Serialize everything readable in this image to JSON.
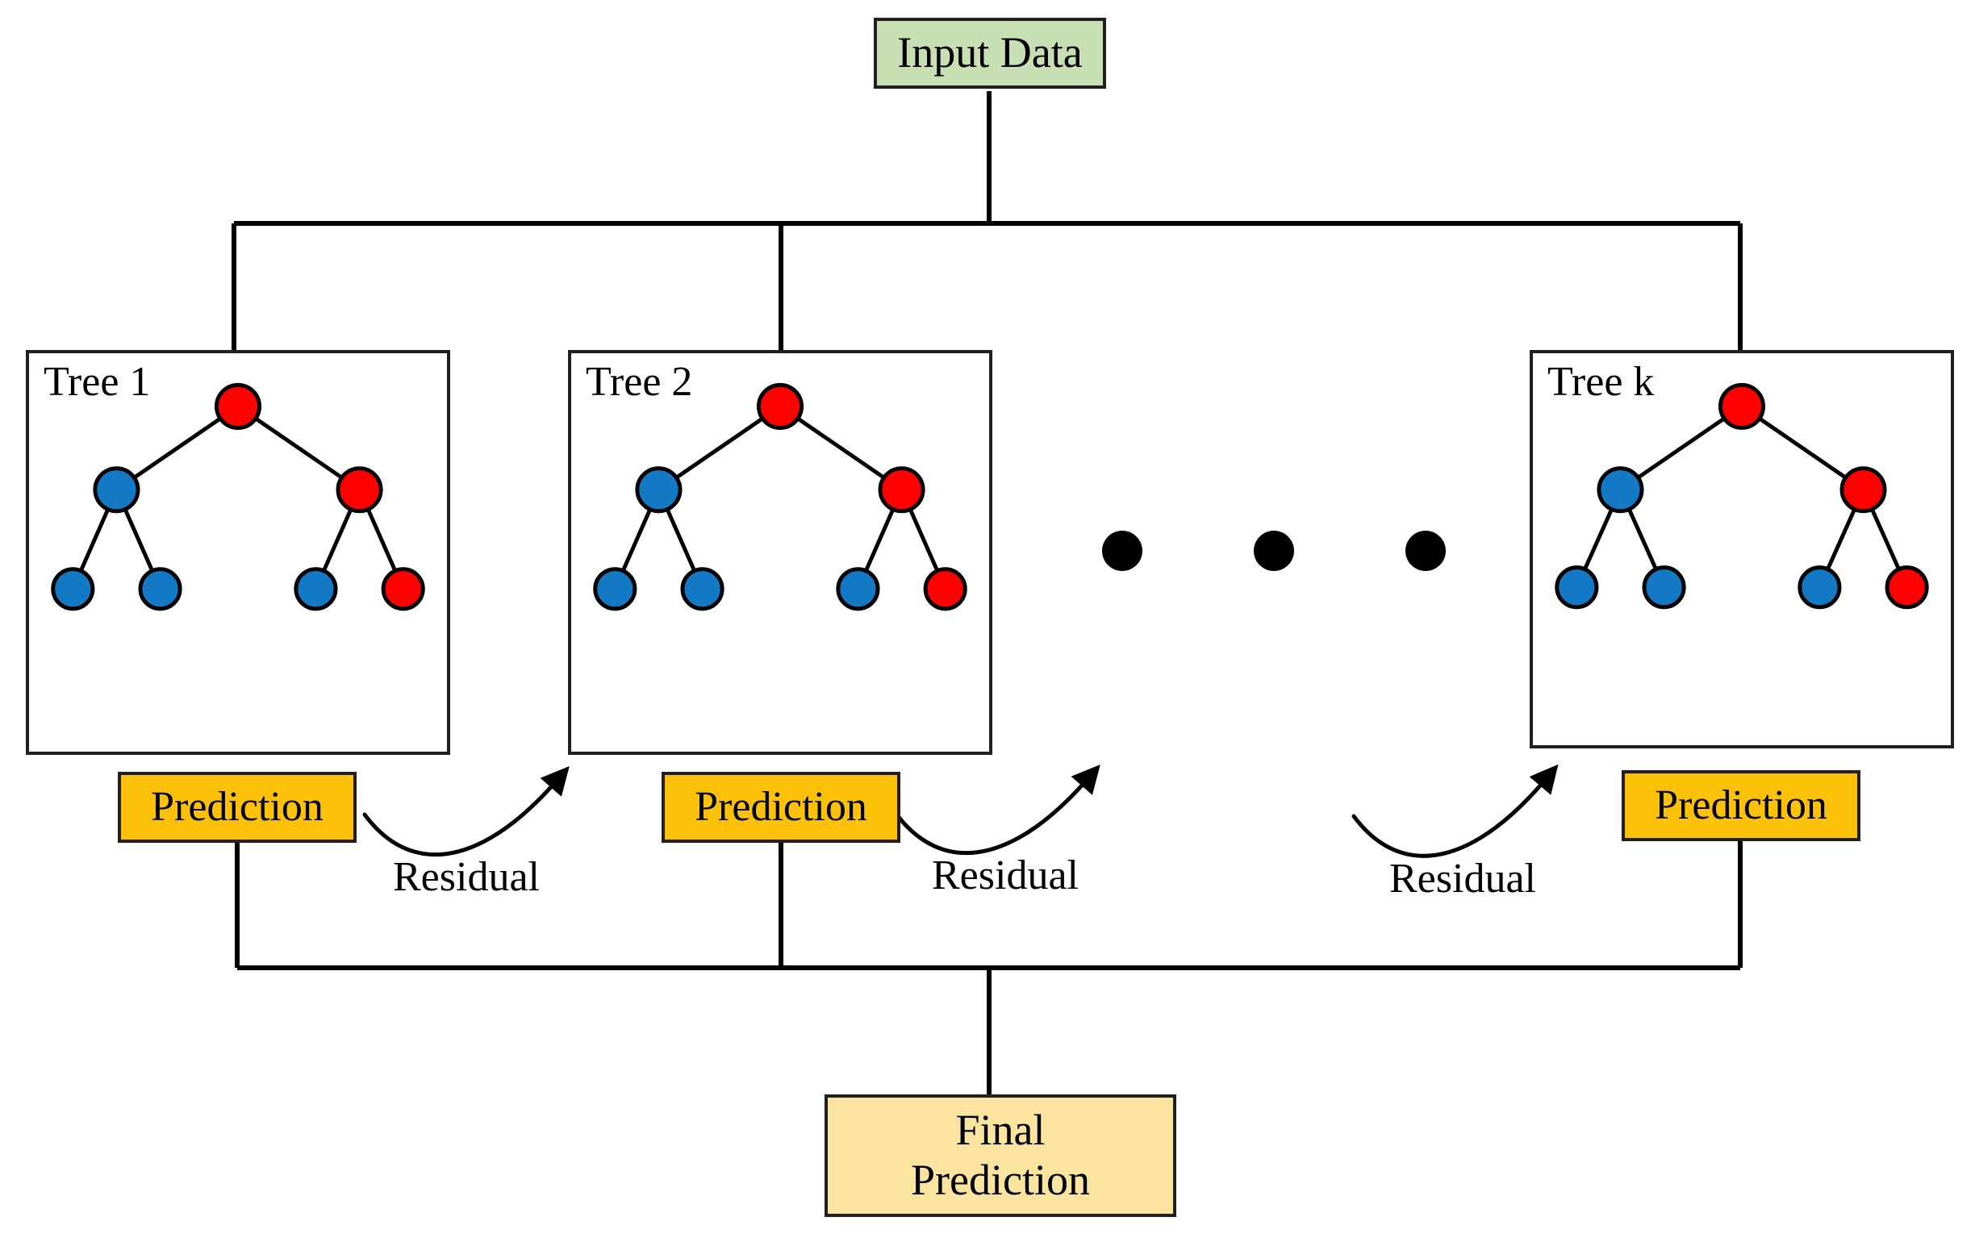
{
  "diagram": {
    "title_nodes": {
      "input": {
        "label": "Input Data"
      },
      "final": {
        "line1": "Final",
        "line2": "Prediction"
      }
    },
    "colors": {
      "input_fill": "#C7DFB2",
      "prediction_fill": "#FBC108",
      "final_fill": "#FBE3A0",
      "node_red": "#FF0000",
      "node_blue": "#1479C4",
      "stroke": "#231F20",
      "background": "#FFFFFF"
    },
    "trees": [
      {
        "label": "Tree 1",
        "nodes": [
          {
            "id": "root",
            "color": "red"
          },
          {
            "id": "l1",
            "color": "blue"
          },
          {
            "id": "r1",
            "color": "red"
          },
          {
            "id": "leaf1",
            "color": "blue"
          },
          {
            "id": "leaf2",
            "color": "blue"
          },
          {
            "id": "leaf3",
            "color": "blue"
          },
          {
            "id": "leaf4",
            "color": "red"
          }
        ],
        "prediction_label": "Prediction"
      },
      {
        "label": "Tree 2",
        "nodes": [
          {
            "id": "root",
            "color": "red"
          },
          {
            "id": "l1",
            "color": "blue"
          },
          {
            "id": "r1",
            "color": "red"
          },
          {
            "id": "leaf1",
            "color": "blue"
          },
          {
            "id": "leaf2",
            "color": "blue"
          },
          {
            "id": "leaf3",
            "color": "blue"
          },
          {
            "id": "leaf4",
            "color": "red"
          }
        ],
        "prediction_label": "Prediction"
      },
      {
        "label": "Tree k",
        "nodes": [
          {
            "id": "root",
            "color": "red"
          },
          {
            "id": "l1",
            "color": "blue"
          },
          {
            "id": "r1",
            "color": "red"
          },
          {
            "id": "leaf1",
            "color": "blue"
          },
          {
            "id": "leaf2",
            "color": "blue"
          },
          {
            "id": "leaf3",
            "color": "blue"
          },
          {
            "id": "leaf4",
            "color": "red"
          }
        ],
        "prediction_label": "Prediction"
      }
    ],
    "residual_labels": [
      "Residual",
      "Residual",
      "Residual"
    ],
    "ellipsis_dot_count": 3
  }
}
